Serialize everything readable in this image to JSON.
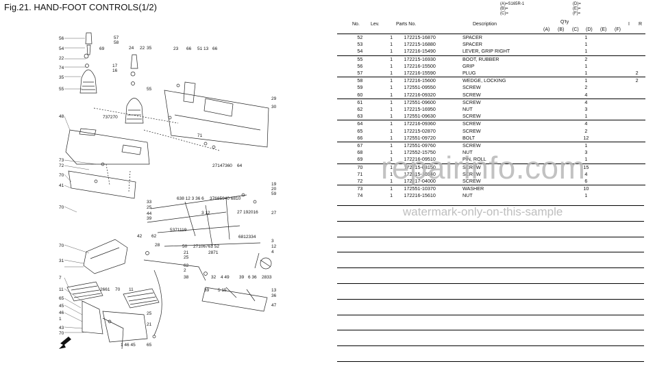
{
  "title": "Fig.21.  HAND-FOOT CONTROLS(1/2)",
  "model_legend": {
    "left": [
      "(A)=S165R-1",
      "(B)=",
      "(C)="
    ],
    "right": [
      "(D)=",
      "(E)=",
      "(F)="
    ]
  },
  "headers": {
    "no": "No.",
    "lev": "Lev.",
    "parts_no": "Parts No.",
    "description": "Description",
    "qty": "Q'ty",
    "qty_cols": [
      "(A)",
      "(B)",
      "(C)",
      "(D)",
      "(E)",
      "(F)"
    ],
    "i": "I",
    "r": "R"
  },
  "parts": [
    {
      "no": "52",
      "lev": "1",
      "pn": "172215-16870",
      "desc": "SPACER",
      "qty": "1",
      "r": ""
    },
    {
      "no": "53",
      "lev": "1",
      "pn": "172215-16880",
      "desc": "SPACER",
      "qty": "1",
      "r": ""
    },
    {
      "no": "54",
      "lev": "1",
      "pn": "172216-15490",
      "desc": "LEVER, GRIP RIGHT",
      "qty": "1",
      "r": ""
    },
    {
      "no": "55",
      "lev": "1",
      "pn": "172215-16930",
      "desc": "BOOT, RUBBER",
      "qty": "2",
      "r": ""
    },
    {
      "no": "56",
      "lev": "1",
      "pn": "172216-15500",
      "desc": "GRIP",
      "qty": "1",
      "r": ""
    },
    {
      "no": "57",
      "lev": "1",
      "pn": "172216-15590",
      "desc": "PLUG",
      "qty": "1",
      "r": "2"
    },
    {
      "no": "58",
      "lev": "1",
      "pn": "172216-15600",
      "desc": "WEDGE, LOCKING",
      "qty": "1",
      "r": "2"
    },
    {
      "no": "59",
      "lev": "1",
      "pn": "172551-09550",
      "desc": "SCREW",
      "qty": "2",
      "r": ""
    },
    {
      "no": "60",
      "lev": "1",
      "pn": "172216-09320",
      "desc": "SCREW",
      "qty": "4",
      "r": ""
    },
    {
      "no": "61",
      "lev": "1",
      "pn": "172551-09600",
      "desc": "SCREW",
      "qty": "4",
      "r": ""
    },
    {
      "no": "62",
      "lev": "1",
      "pn": "172215-16950",
      "desc": "NUT",
      "qty": "3",
      "r": ""
    },
    {
      "no": "63",
      "lev": "1",
      "pn": "172551-09630",
      "desc": "SCREW",
      "qty": "1",
      "r": ""
    },
    {
      "no": "64",
      "lev": "1",
      "pn": "172216-09360",
      "desc": "SCREW",
      "qty": "4",
      "r": ""
    },
    {
      "no": "65",
      "lev": "1",
      "pn": "172215-02870",
      "desc": "SCREW",
      "qty": "2",
      "r": ""
    },
    {
      "no": "66",
      "lev": "1",
      "pn": "172551-09720",
      "desc": "BOLT",
      "qty": "12",
      "r": ""
    },
    {
      "no": "67",
      "lev": "1",
      "pn": "172551-09760",
      "desc": "SCREW",
      "qty": "1",
      "r": ""
    },
    {
      "no": "68",
      "lev": "1",
      "pn": "172552-15750",
      "desc": "NUT",
      "qty": "3",
      "r": ""
    },
    {
      "no": "69",
      "lev": "1",
      "pn": "172216-09510",
      "desc": "PIN, ROLL",
      "qty": "1",
      "r": ""
    },
    {
      "no": "70",
      "lev": "1",
      "pn": "172215-03150",
      "desc": "SCREW",
      "qty": "15",
      "r": ""
    },
    {
      "no": "71",
      "lev": "1",
      "pn": "172215-16940",
      "desc": "SCREW",
      "qty": "4",
      "r": ""
    },
    {
      "no": "72",
      "lev": "1",
      "pn": "172217-04000",
      "desc": "SCREW",
      "qty": "6",
      "r": ""
    },
    {
      "no": "73",
      "lev": "1",
      "pn": "172551-10370",
      "desc": "WASHER",
      "qty": "10",
      "r": ""
    },
    {
      "no": "74",
      "lev": "1",
      "pn": "172216-15610",
      "desc": "NUT",
      "qty": "1",
      "r": ""
    }
  ],
  "watermark": {
    "site": "repairinfo.com",
    "note": "watermark-only-on-this-sample"
  },
  "callouts": {
    "c56": "56",
    "c57": "57",
    "c58": "58",
    "c54": "54",
    "c69": "69",
    "c22": "22",
    "c74": "74",
    "c35": "35",
    "c55a": "55",
    "c48": "48",
    "c73a": "73",
    "c72a": "72",
    "c70a": "70",
    "c41": "41",
    "c70b": "70",
    "c24": "24",
    "c22b": "22",
    "c35b": "35",
    "c17": "17",
    "c16": "16",
    "c55b": "55",
    "c737270": "737270",
    "c23": "23",
    "c66": "66",
    "c5113": "51 13",
    "c66b": "66",
    "c29": "29",
    "c30": "30",
    "c71": "71",
    "c27147360": "27147360",
    "c64": "64",
    "c19": "19",
    "c20": "20",
    "c59": "59",
    "c33": "33",
    "c25": "25",
    "c44": "44",
    "c39": "39",
    "c42": "42",
    "c28": "28",
    "c27": "27",
    "c638": "638 12 3 36 6",
    "c376859": "37685940 6810",
    "c2719": "27 192016",
    "c53": "5371119",
    "c312": "3 12",
    "c62a": "62",
    "c50": "50",
    "c2710": "27106761 52",
    "c6812": "6812334",
    "c2871": "2871",
    "c21a": "21",
    "c25b": "25",
    "c3": "3",
    "c12": "12",
    "c4": "4",
    "c62b": "62",
    "c2": "2",
    "c38": "38",
    "c32": "32",
    "c449": "4 49",
    "c39b": "39",
    "c636": "6 36",
    "c2833": "2833",
    "c70c": "70",
    "c31": "31",
    "c7": "7",
    "c11": "11",
    "c65": "65",
    "c45": "45",
    "c46": "46",
    "c1": "1",
    "c43": "43",
    "c70d": "70",
    "c2661": "2661",
    "c70e": "70",
    "c11b": "11",
    "c25c": "25",
    "c21b": "21",
    "c146": "1 46 45",
    "c65b": "65",
    "c39c": "39",
    "c515": "5 15",
    "c13": "13",
    "c47": "47",
    "c36": "36"
  }
}
